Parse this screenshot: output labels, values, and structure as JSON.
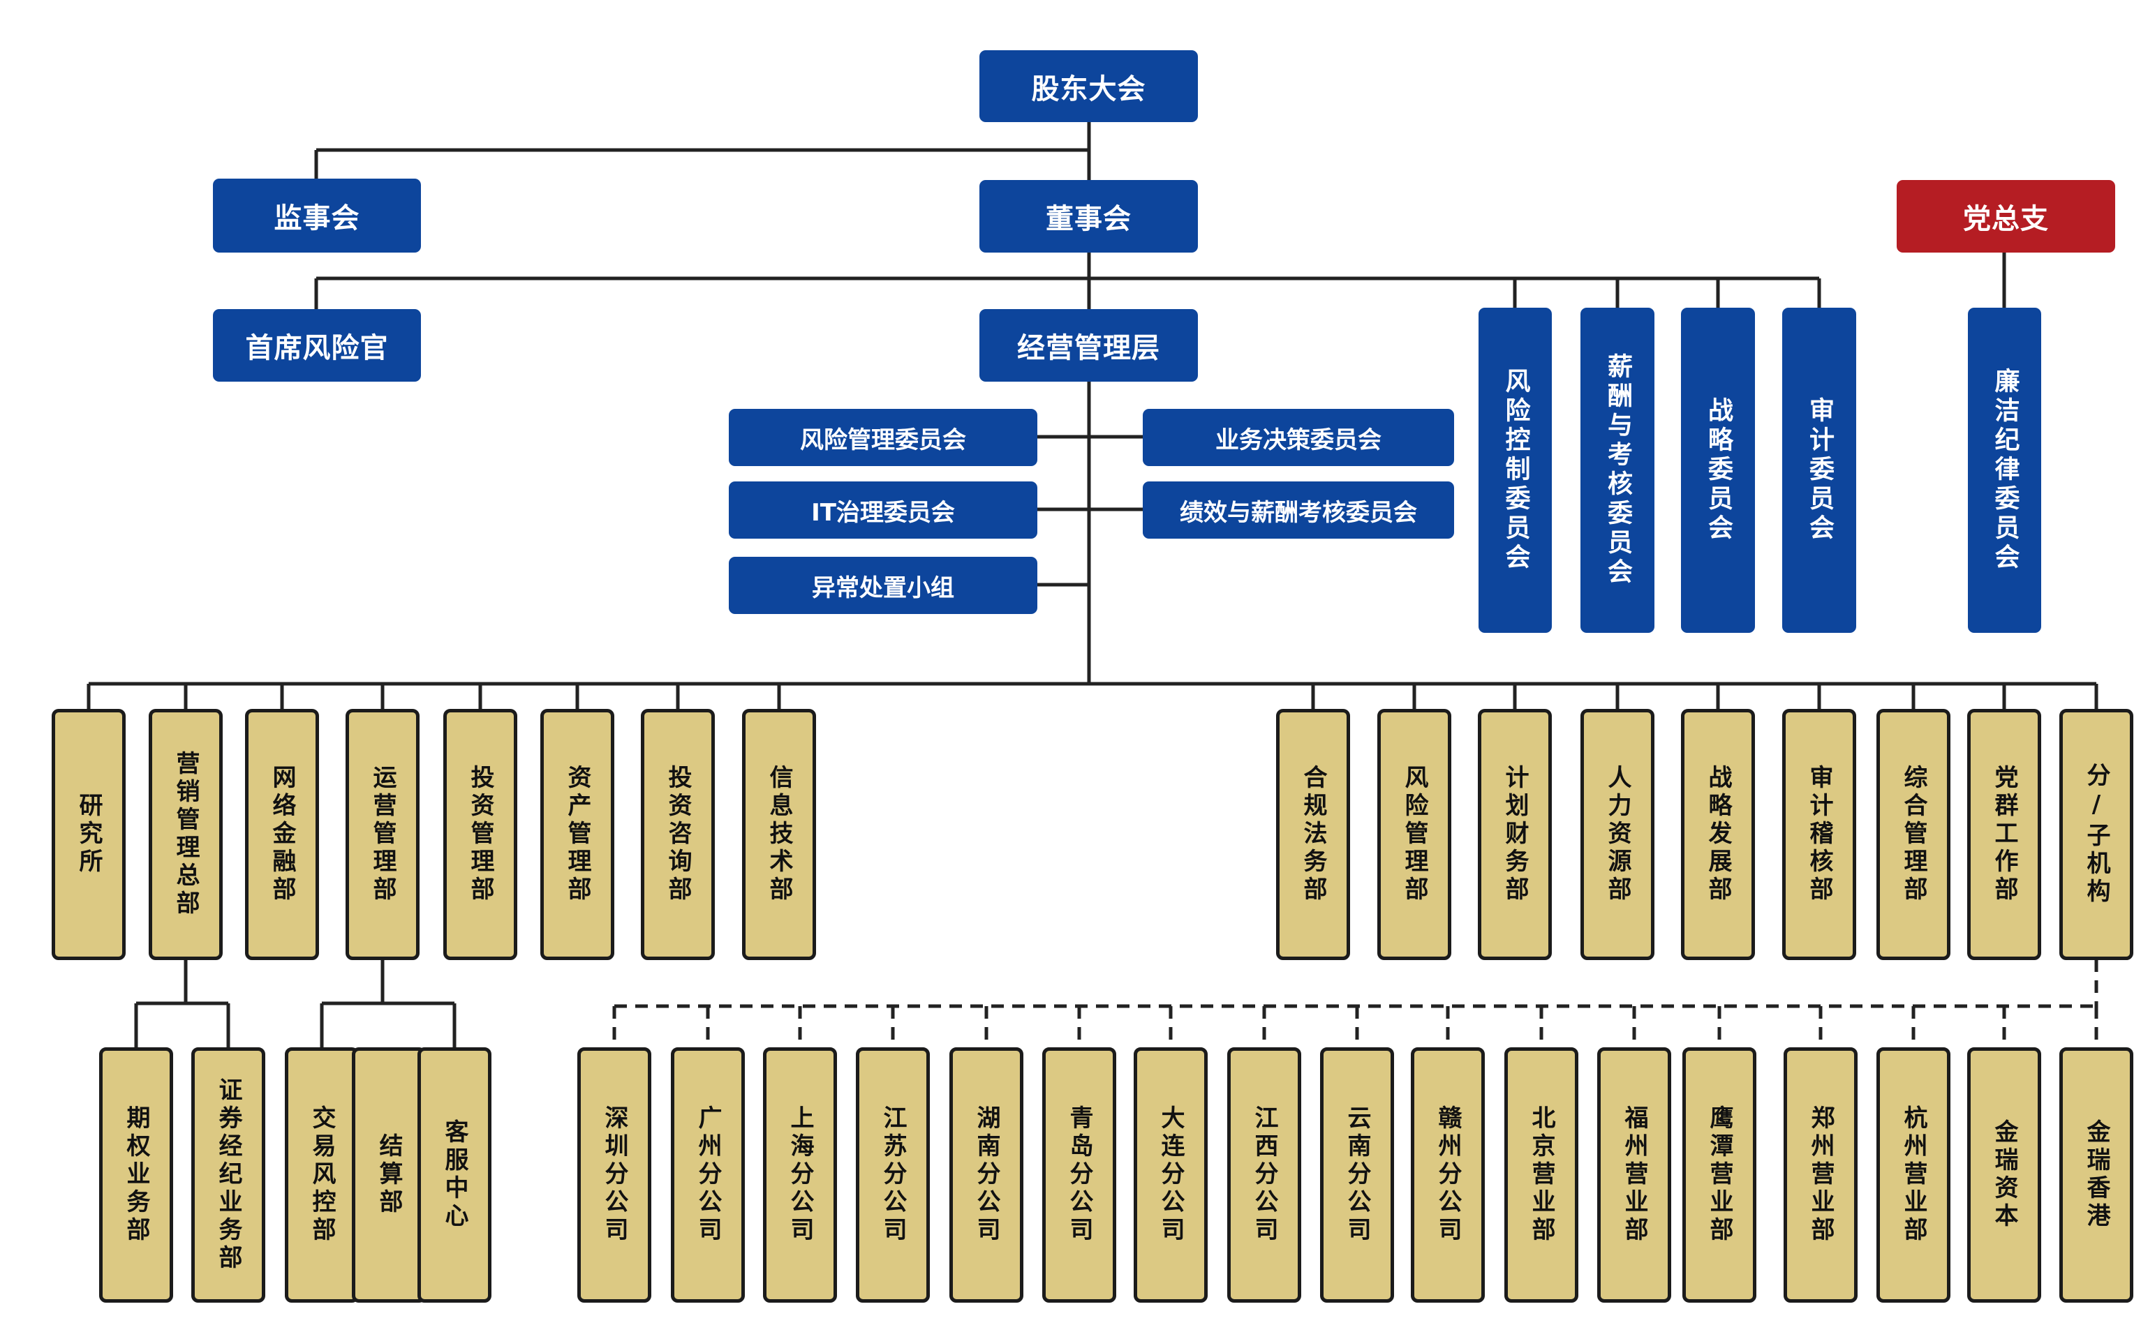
{
  "top": {
    "shareholders": "股东大会",
    "supervisors": "监事会",
    "board": "董事会",
    "party_branch": "党总支",
    "cro": "首席风险官",
    "management": "经营管理层"
  },
  "mgmt_committees": {
    "risk_mgmt": "风险管理委员会",
    "business_decision": "业务决策委员会",
    "it_governance": "IT治理委员会",
    "performance": "绩效与薪酬考核委员会",
    "exception": "异常处置小组"
  },
  "board_committees": {
    "risk_control": "风险控制委员会",
    "remuneration": "薪酬与考核委员会",
    "strategy": "战略委员会",
    "audit": "审计委员会"
  },
  "discipline": "廉洁纪律委员会",
  "departments_left": [
    "研究所",
    "营销管理总部",
    "网络金融部",
    "运营管理部",
    "投资管理部",
    "资产管理部",
    "投资咨询部",
    "信息技术部"
  ],
  "departments_right": [
    "合规法务部",
    "风险管理部",
    "计划财务部",
    "人力资源部",
    "战略发展部",
    "审计稽核部",
    "综合管理部",
    "党群工作部",
    "分/子机构"
  ],
  "marketing_sub": [
    "期权业务部",
    "证券经纪业务部"
  ],
  "operations_sub": [
    "交易风控部",
    "结算部",
    "客服中心"
  ],
  "branches": [
    "深圳分公司",
    "广州分公司",
    "上海分公司",
    "江苏分公司",
    "湖南分公司",
    "青岛分公司",
    "大连分公司",
    "江西分公司",
    "云南分公司",
    "赣州分公司",
    "北京营业部",
    "福州营业部",
    "鹰潭营业部",
    "郑州营业部",
    "杭州营业部",
    "金瑞资本",
    "金瑞香港"
  ],
  "colors": {
    "blue": "#0d459c",
    "red": "#b51d23",
    "tan": "#dcc983",
    "line": "#222222"
  }
}
